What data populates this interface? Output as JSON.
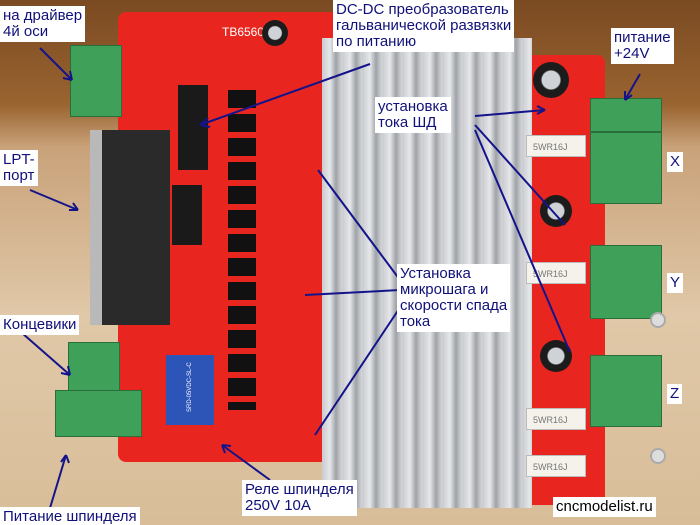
{
  "labels": {
    "fourth_axis": "на драйвер\n4й оси",
    "dcdc": "DC-DC преобразователь\nгальванической развязки\nпо питанию",
    "power24": "питание\n+24V",
    "current": "установка\nтока ШД",
    "lpt": "LPT-\nпорт",
    "x": "X",
    "y": "Y",
    "z": "Z",
    "microstep": "Установка\nмикрошага и\nскорости спада\nтока",
    "limits": "Концевики",
    "relay": "Реле шпинделя\n250V 10A",
    "spindle_power": "Питание шпинделя",
    "site": "cncmodelist.ru"
  },
  "board": {
    "marking": "TB6560",
    "relay_marking": "SRD-05VDC-SL-C",
    "resistor_marking": "5WR16J"
  },
  "colors": {
    "pcb": "#e8261f",
    "arrow": "#14148a",
    "label_text": "#10107a"
  }
}
